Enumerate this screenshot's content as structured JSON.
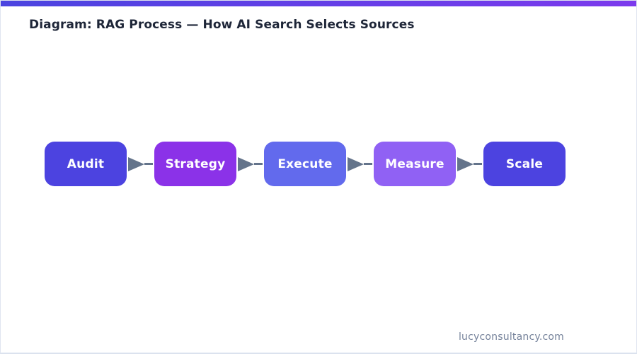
{
  "page": {
    "title": "Diagram: RAG Process — How AI Search Selects Sources",
    "footer": "lucyconsultancy.com"
  },
  "theme": {
    "top_bar_gradient_start": "#4b44e0",
    "top_bar_gradient_end": "#7c3aed",
    "title_color": "#1e2638",
    "arrow_color": "#64748b",
    "footer_color": "#76839b",
    "page_background": "#ffffff",
    "page_border_color": "#dfe5f0"
  },
  "flow": {
    "steps": [
      {
        "label": "Audit",
        "color": "#4c43e0"
      },
      {
        "label": "Strategy",
        "color": "#8b32e8"
      },
      {
        "label": "Execute",
        "color": "#626aed"
      },
      {
        "label": "Measure",
        "color": "#9061f4"
      },
      {
        "label": "Scale",
        "color": "#4c43e0"
      }
    ]
  }
}
